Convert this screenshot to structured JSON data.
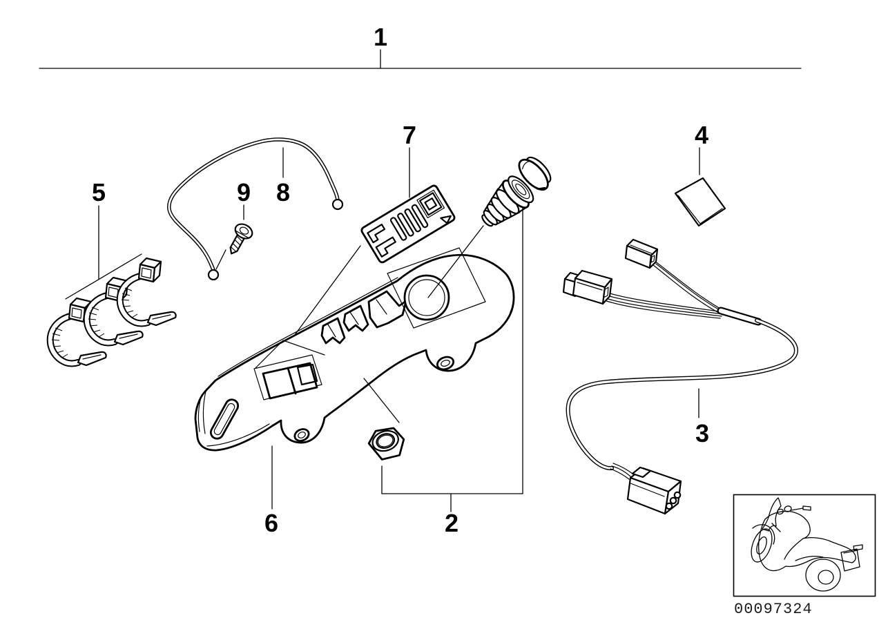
{
  "diagram": {
    "callouts": {
      "c1": {
        "label": "1"
      },
      "c2": {
        "label": "2"
      },
      "c3": {
        "label": "3"
      },
      "c4": {
        "label": "4"
      },
      "c5": {
        "label": "5"
      },
      "c6": {
        "label": "6"
      },
      "c7": {
        "label": "7"
      },
      "c8": {
        "label": "8"
      },
      "c9": {
        "label": "9"
      }
    },
    "drawing_number": "00097324",
    "thumbnail_icon": "motorcycle-icon"
  },
  "colors": {
    "background": "#ffffff",
    "line": "#000000",
    "footer_text": "#1a1a1a"
  }
}
